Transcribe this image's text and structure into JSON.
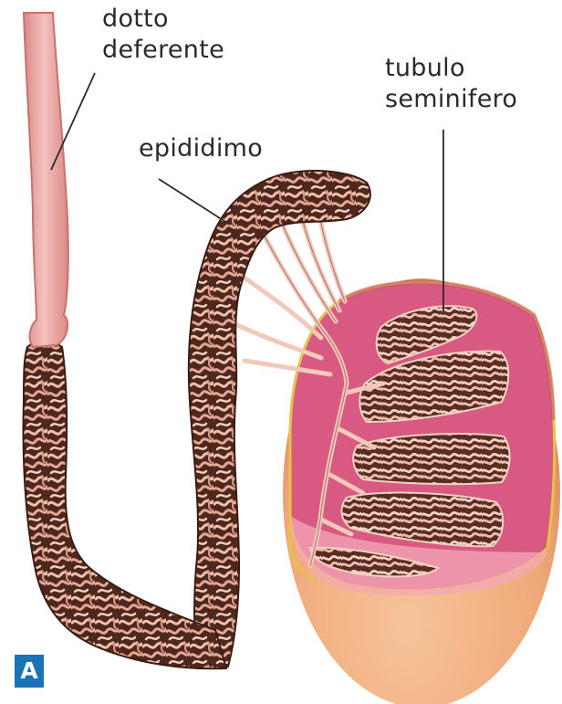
{
  "labels": {
    "dotto_deferente": "dotto\ndeferente",
    "tubulo_seminifero": "tubulo\nseminifero",
    "epididimo": "epididimo"
  },
  "panel": "A",
  "colors": {
    "testis_outer": "#f2b07e",
    "testis_inner": "#d85a82",
    "capsule_line": "#e7c24a",
    "epididymis": "#5a3024",
    "tubule_light": "#f0c4b6",
    "vas_deferens": "#eaa39f",
    "badge": "#1a73b8"
  },
  "icons": [
    "panel-label-badge"
  ]
}
